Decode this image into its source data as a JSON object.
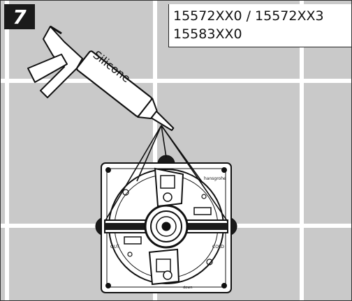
{
  "step": {
    "number": "7"
  },
  "models": {
    "line1": "15572XX0 / 15572XX3",
    "line2": "15583XX0"
  },
  "labels": {
    "cartridge": "Silicone",
    "top_right": "hansgrohe",
    "left_mark": "OUT",
    "right_mark": "COLD",
    "bottom_mark": "down"
  },
  "colors": {
    "tile": "#c9c9c9",
    "grout": "#ffffff",
    "ink": "#111111",
    "badge": "#1a1a1a"
  }
}
